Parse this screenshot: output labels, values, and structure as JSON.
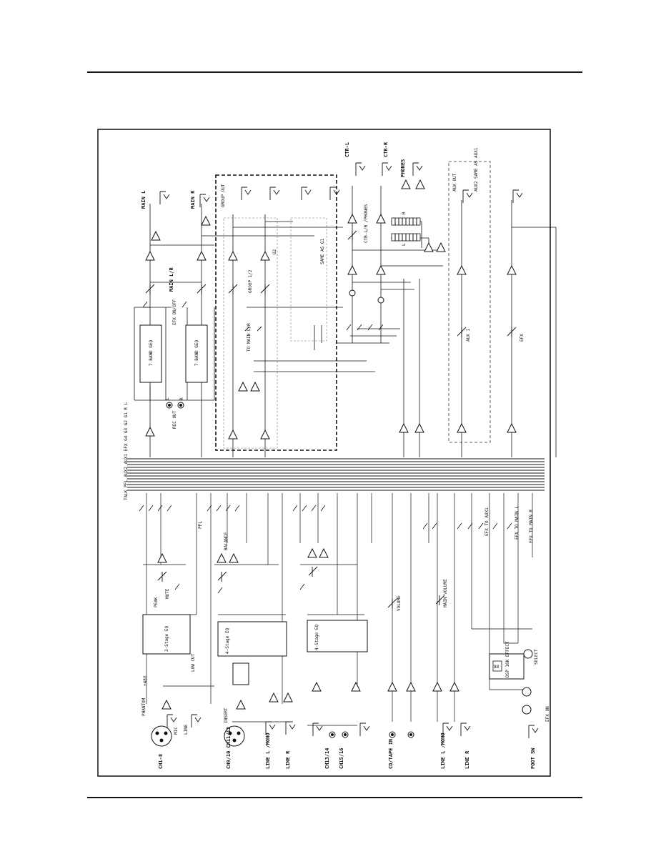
{
  "labels": {
    "main_l": "MAIN L",
    "main_r": "MAIN R",
    "group_out": "GROUP OUT",
    "ctr_l": "CTR-L",
    "ctr_r": "CTR-R",
    "phones": "PHONES",
    "aux_out": "AUX OUT",
    "aux2_same": "AUX2 SAME AS AUX1",
    "main_lr": "MAIN L/R",
    "rec_out": "REC OUT",
    "rec_l": "L",
    "rec_r": "R",
    "seven_band_a": "7 BAND GEQ",
    "seven_band_b": "7 BAND GEQ",
    "efx_on_off": "EFX ON/OFF",
    "group_12": "GROUP 1/2",
    "to_main_lr": "TO MAIN L/R",
    "g2": "G2",
    "same_as_g": "SAME AS G1",
    "ctr_lr_phones": "CTR-L/R /PHONES",
    "meter_r": "R",
    "meter_l": "L",
    "aux1": "AUX 1",
    "efx": "EFX",
    "bus_names": "TALK PFL AUX2 AUX1 EFX G4 G3 G2 G1 R L",
    "ch1_8": "CH1-8",
    "ch9_12": "CH9/10 CH11/12",
    "line_l_mono": "LINE L /MONO",
    "line_r": "LINE R",
    "ch13_14": "CH13/14",
    "ch15_16": "CH15/16",
    "cd_tape_in": "CD/TAPE IN",
    "line_l_mono_2": "LINE L /MONO",
    "line_r_2": "LINE R",
    "foot_sw": "FOOT SW",
    "mute": "MUTE",
    "peak": "PEAK",
    "balance": "BALANCE",
    "three_band_eq": "3-Stage EQ",
    "four_band_eq": "4-Stage EQ",
    "four_band_eq_2": "4-Stage EQ",
    "dsp": "DSP 16K EFFECT",
    "select": "SELECT",
    "volume": "VOLUME",
    "main_volume": "MAIN VOLUME",
    "phantom": "PHANTOM",
    "insert": "INSERT",
    "mic": "MIC",
    "line": "LINE",
    "low_cut": "LOW CUT",
    "pfl": "PFL",
    "plus48": "+48V",
    "efx_to_aux1": "EFX TO AUX1",
    "efx_to_main": "EFX TO MAIN L",
    "efx_to_main_r": "EFX TO MAIN R",
    "efx_on": "EFX ON",
    "seg_display": "88"
  }
}
